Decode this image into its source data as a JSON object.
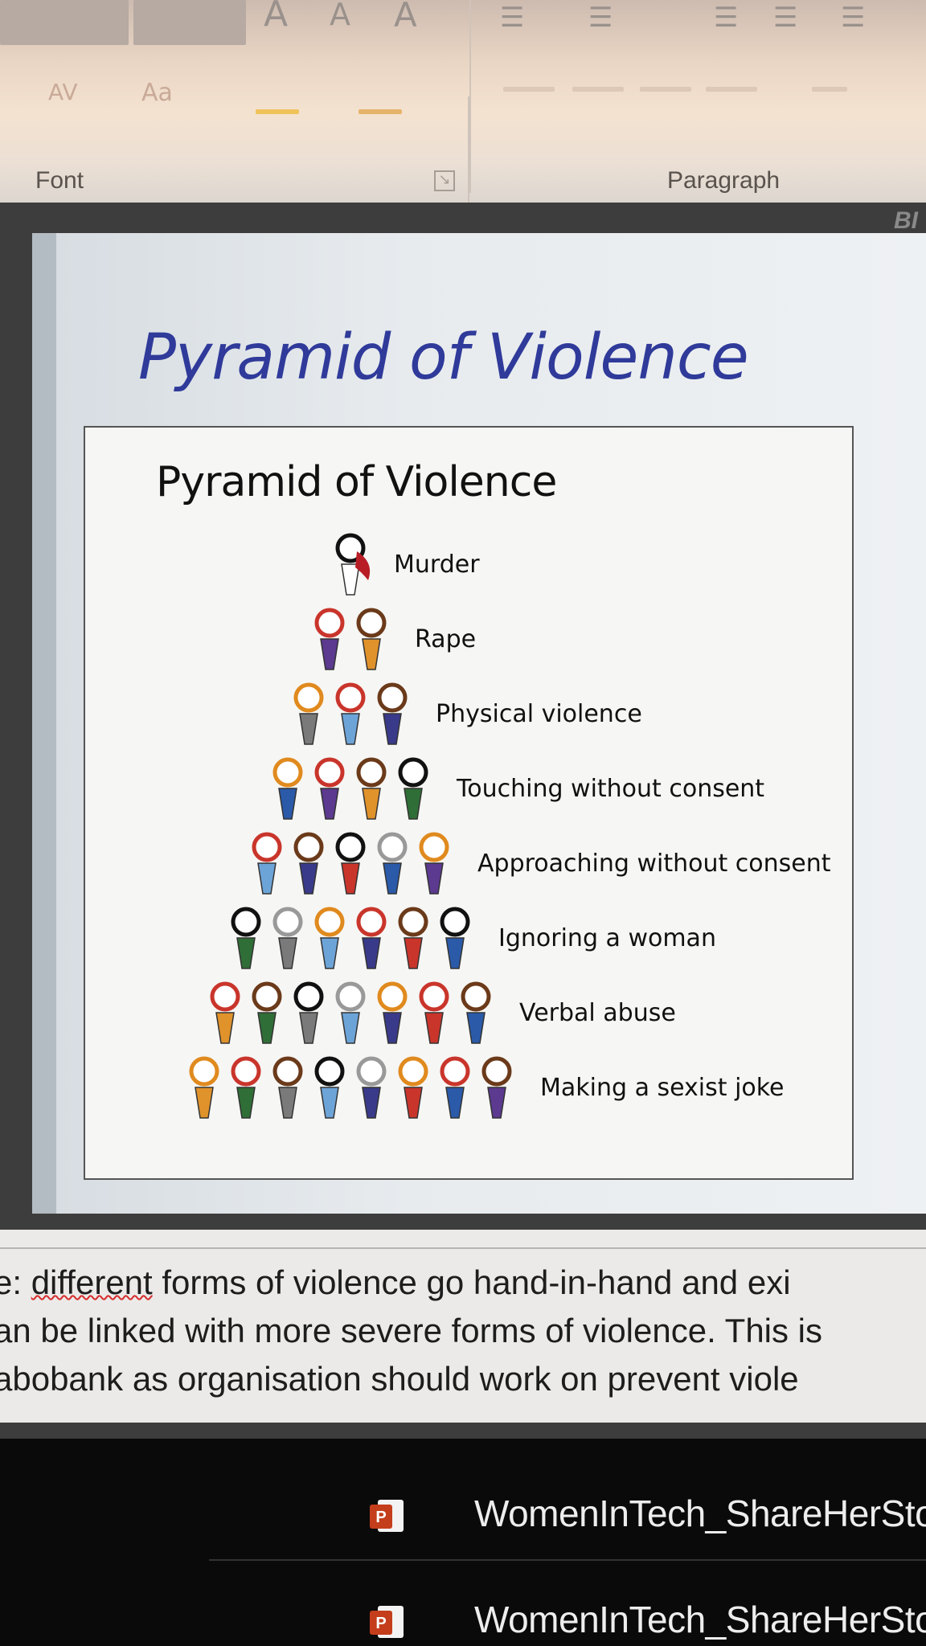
{
  "ribbon": {
    "font_group_label": "Font",
    "paragraph_group_label": "Paragraph",
    "icons": [
      "grow-font-icon",
      "shrink-font-icon",
      "clear-format-icon",
      "bullets-icon",
      "numbering-icon",
      "decrease-indent-icon",
      "increase-indent-icon",
      "multilevel-list-icon",
      "character-spacing-icon",
      "change-case-icon",
      "highlight-color-icon",
      "font-color-icon",
      "align-left-icon",
      "center-icon",
      "align-right-icon",
      "justify-icon",
      "line-spacing-icon",
      "dialog-launcher-icon"
    ]
  },
  "slide": {
    "title": "Pyramid of Violence",
    "inner_title": "Pyramid of Violence",
    "corner_text": "BI",
    "levels": [
      {
        "label": "Murder",
        "figures": 1
      },
      {
        "label": "Rape",
        "figures": 2
      },
      {
        "label": "Physical violence",
        "figures": 3
      },
      {
        "label": "Touching without consent",
        "figures": 4
      },
      {
        "label": "Approaching without consent",
        "figures": 5
      },
      {
        "label": "Ignoring a woman",
        "figures": 6
      },
      {
        "label": "Verbal abuse",
        "figures": 7
      },
      {
        "label": "Making a sexist joke",
        "figures": 8
      }
    ],
    "figure_colors": [
      "#c9352b",
      "#2a5aa8",
      "#5b3a8f",
      "#e0922b",
      "#2f6e36",
      "#7a7a7a",
      "#6da4d8",
      "#3a3a8a"
    ],
    "hair_colors": [
      "#111111",
      "#e08a1e",
      "#6b3a1a",
      "#999999",
      "#c9352b"
    ]
  },
  "body_text": {
    "line1_prefix": "e: ",
    "line1_misspelled": "different",
    "line1_rest": " forms of violence go hand-in-hand and exi",
    "line2": "an be linked with more severe forms of violence. This is",
    "line3": "abobank as organisation should work on prevent viole"
  },
  "files": [
    {
      "name": "WomenInTech_ShareHerSto",
      "icon": "powerpoint-file-icon"
    },
    {
      "name": "WomenInTech_ShareHerSto",
      "icon": "powerpoint-file-icon"
    }
  ]
}
